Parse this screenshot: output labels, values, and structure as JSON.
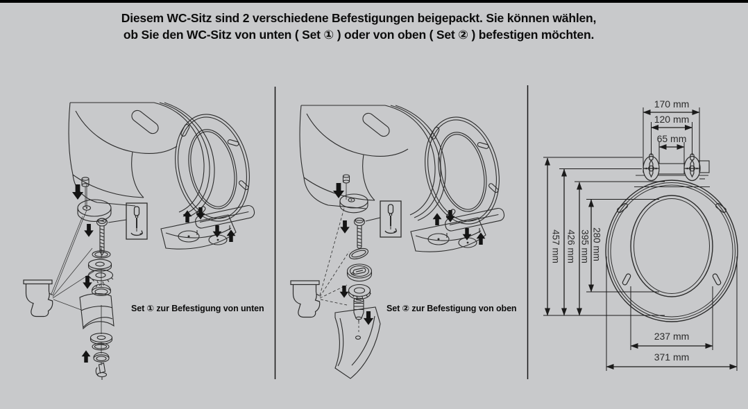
{
  "window": {
    "background_color": "#c8c9cb",
    "top_bar_color": "#000000",
    "line_color": "#2b2b2b"
  },
  "header": {
    "line1": "Diesem WC-Sitz sind 2 verschiedene Befestigungen beigepackt. Sie können wählen,",
    "line2": "ob Sie den WC-Sitz von unten ( Set ① ) oder von oben ( Set ② ) befestigen möchten."
  },
  "sections": {
    "set1": {
      "caption": "Set ① zur Befestigung von unten"
    },
    "set2": {
      "caption": "Set ② zur Befestigung von oben"
    }
  },
  "dims": {
    "top": [
      "170 mm",
      "120 mm",
      "65 mm"
    ],
    "left": [
      "457 mm",
      "426 mm",
      "395 mm",
      "280 mm"
    ],
    "bottom": [
      "237 mm",
      "371 mm"
    ]
  },
  "measurements_mm": {
    "hinge_outer_width": 170,
    "hinge_center_distance": 120,
    "hinge_inner_width": 65,
    "total_length": 457,
    "length_to_hinge_base": 426,
    "seat_length": 395,
    "opening_length": 280,
    "opening_width": 237,
    "seat_width": 371
  },
  "icons": {
    "down_arrow": "insert-direction-down",
    "up_arrow": "insert-direction-up",
    "screwdriver": "tighten-with-screwdriver",
    "toilet": "toilet-side-view"
  }
}
